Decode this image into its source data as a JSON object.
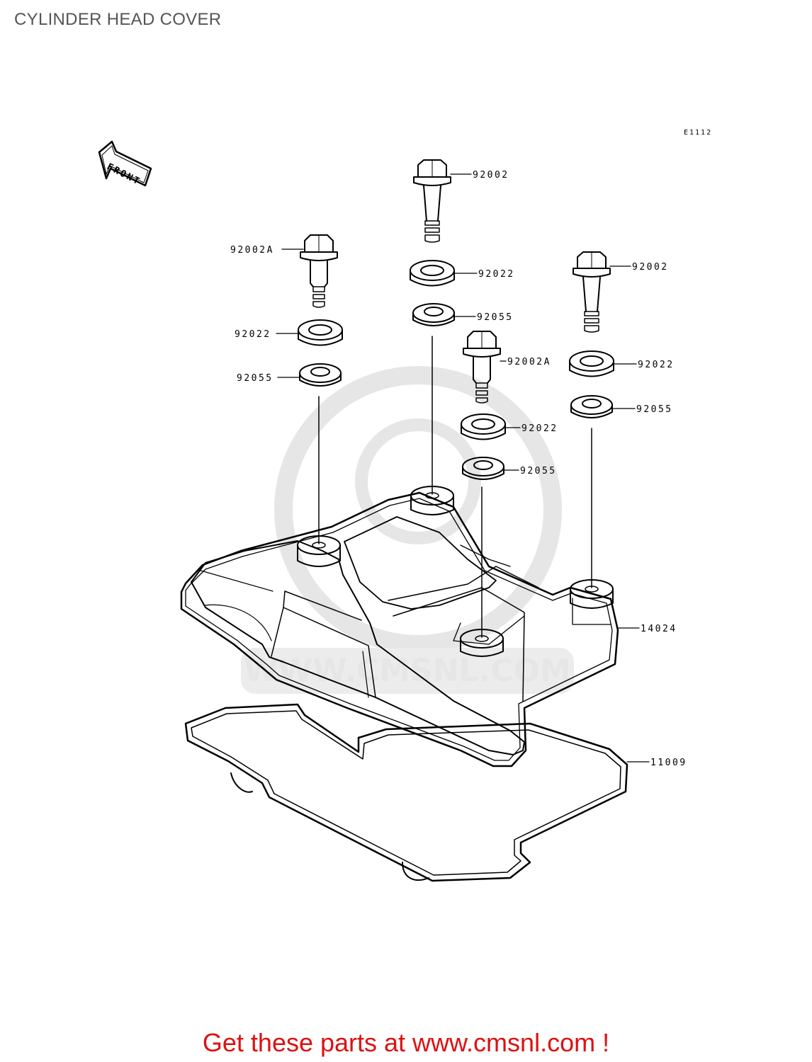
{
  "page": {
    "title": "CYLINDER HEAD COVER",
    "footer": "Get these parts at www.cmsnl.com !"
  },
  "diagram": {
    "reference_code": "E1112",
    "direction_label": "FRONT",
    "watermark": "WWW.CMSNL.COM",
    "colors": {
      "lines": "#000000",
      "title": "#555555",
      "footer": "#dd1111",
      "watermark": "#e6e6e6"
    },
    "labels": {
      "bolt_center": "92002",
      "washer_center": "92022",
      "grommet_center": "92055",
      "bolt_left": "92002A",
      "washer_left": "92022",
      "grommet_left": "92055",
      "bolt_right": "92002",
      "washer_right": "92022",
      "grommet_right": "92055",
      "bolt_mid": "92002A",
      "washer_mid": "92022",
      "grommet_mid": "92055",
      "cover": "14024",
      "gasket": "11009"
    }
  }
}
